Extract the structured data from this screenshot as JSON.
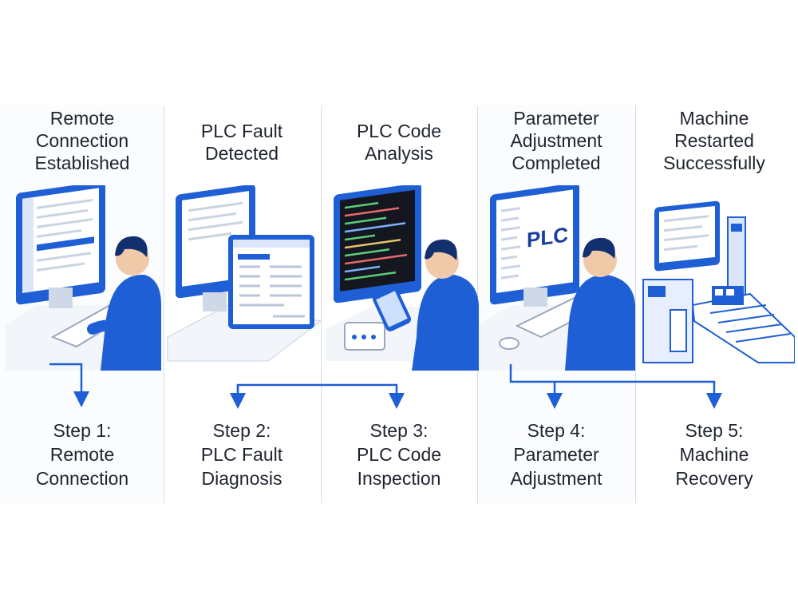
{
  "panels": [
    {
      "title": [
        "Remote",
        "Connection",
        "Established"
      ],
      "step": [
        "Step 1:",
        "Remote",
        "Connection"
      ]
    },
    {
      "title": [
        "PLC Fault",
        "Detected"
      ],
      "step": [
        "Step 2:",
        "PLC Fault",
        "Diagnosis"
      ]
    },
    {
      "title": [
        "PLC Code",
        "Analysis"
      ],
      "step": [
        "Step 3:",
        "PLC Code",
        "Inspection"
      ]
    },
    {
      "title": [
        "Parameter",
        "Adjustment",
        "Completed"
      ],
      "step": [
        "Step 4:",
        "Parameter",
        "Adjustment"
      ]
    },
    {
      "title": [
        "Machine",
        "Restarted",
        "Successfully"
      ],
      "step": [
        "Step 5:",
        "Machine",
        "Recovery"
      ]
    }
  ],
  "screen_logo": "PLC",
  "colors": {
    "accent": "#1f5fd6",
    "accent_dark": "#163f9a",
    "light_blue": "#e7efff",
    "divider": "#d8dde6",
    "code_bg": "#14171f"
  }
}
